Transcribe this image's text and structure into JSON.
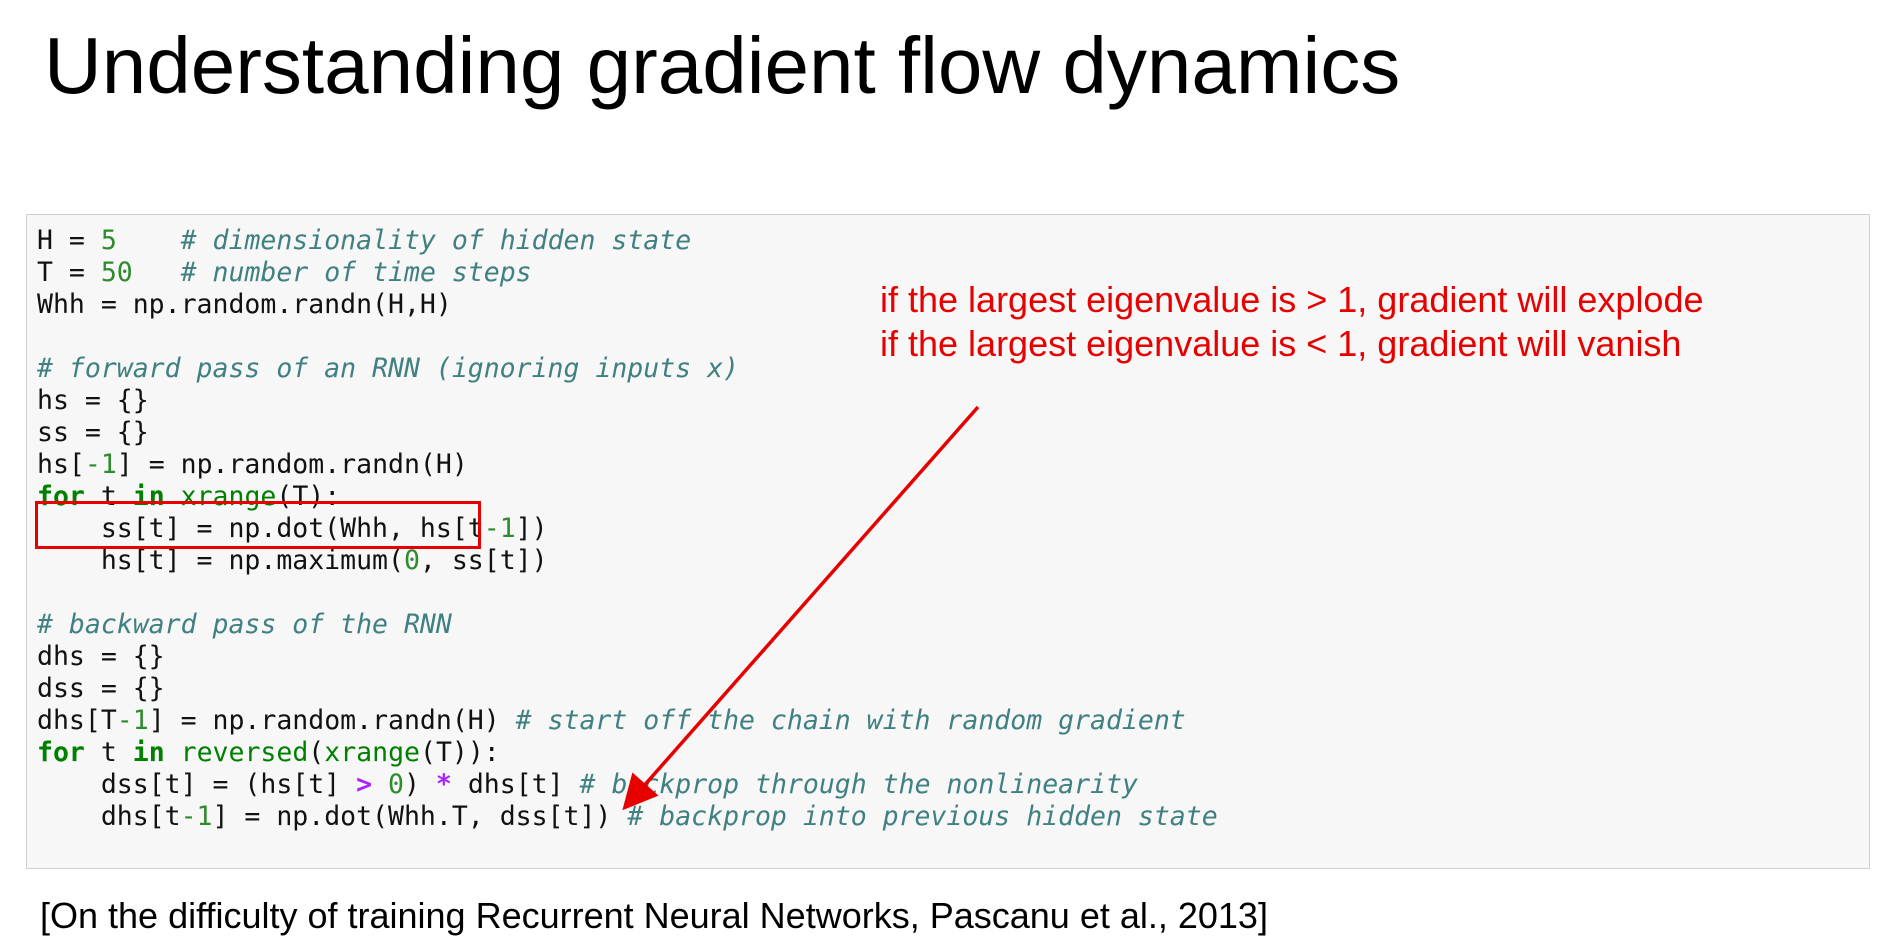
{
  "title": "Understanding gradient flow dynamics",
  "code": {
    "l1": {
      "lhs": "H = ",
      "num": "5",
      "pad": "    ",
      "comment": "# dimensionality of hidden state"
    },
    "l2": {
      "lhs": "T = ",
      "num": "50",
      "pad": "   ",
      "comment": "# number of time steps"
    },
    "l3": {
      "text": "Whh = np.random.randn(H,H)"
    },
    "l5": {
      "comment": "# forward pass of an RNN (ignoring inputs x)"
    },
    "l6": {
      "text": "hs = {}"
    },
    "l7": {
      "text": "ss = {}"
    },
    "l8": {
      "a": "hs[",
      "num": "-1",
      "b": "] = np.random.randn(H)"
    },
    "l9": {
      "kw1": "for",
      "a": " t ",
      "kw2": "in",
      "sp": " ",
      "bi": "xrange",
      "b": "(T):"
    },
    "l10": {
      "a": "    ss[t] = np.dot(Whh, hs[t",
      "num": "-1",
      "b": "])"
    },
    "l11": {
      "a": "    hs[t] = np.maximum(",
      "num": "0",
      "b": ", ss[t])"
    },
    "l13": {
      "comment": "# backward pass of the RNN"
    },
    "l14": {
      "text": "dhs = {}"
    },
    "l15": {
      "text": "dss = {}"
    },
    "l16": {
      "a": "dhs[T",
      "num": "-1",
      "b": "] = np.random.randn(H) ",
      "comment": "# start off the chain with random gradient"
    },
    "l17": {
      "kw1": "for",
      "a": " t ",
      "kw2": "in",
      "sp": " ",
      "bi1": "reversed",
      "p": "(",
      "bi2": "xrange",
      "b": "(T)):"
    },
    "l18": {
      "a": "    dss[t] = (hs[t] ",
      "op1": ">",
      "sp1": " ",
      "num": "0",
      "b": ") ",
      "op2": "*",
      "c": " dhs[t] ",
      "comment": "# backprop through the nonlinearity"
    },
    "l19": {
      "a": "    dhs[t",
      "num": "-1",
      "b": "] = np.dot(Whh.T, dss[t]) ",
      "comment": "# backprop into previous hidden state"
    }
  },
  "annotation": {
    "line1": "if the largest eigenvalue is > 1, gradient will explode",
    "line2": "if the largest eigenvalue is < 1, gradient will vanish"
  },
  "citation": "[On the difficulty of training Recurrent Neural Networks, Pascanu et al., 2013]",
  "colors": {
    "annotation": "#e60000",
    "comment": "#408080",
    "number": "#2e8b2e",
    "keyword": "#008000",
    "operator": "#aa22ff"
  }
}
